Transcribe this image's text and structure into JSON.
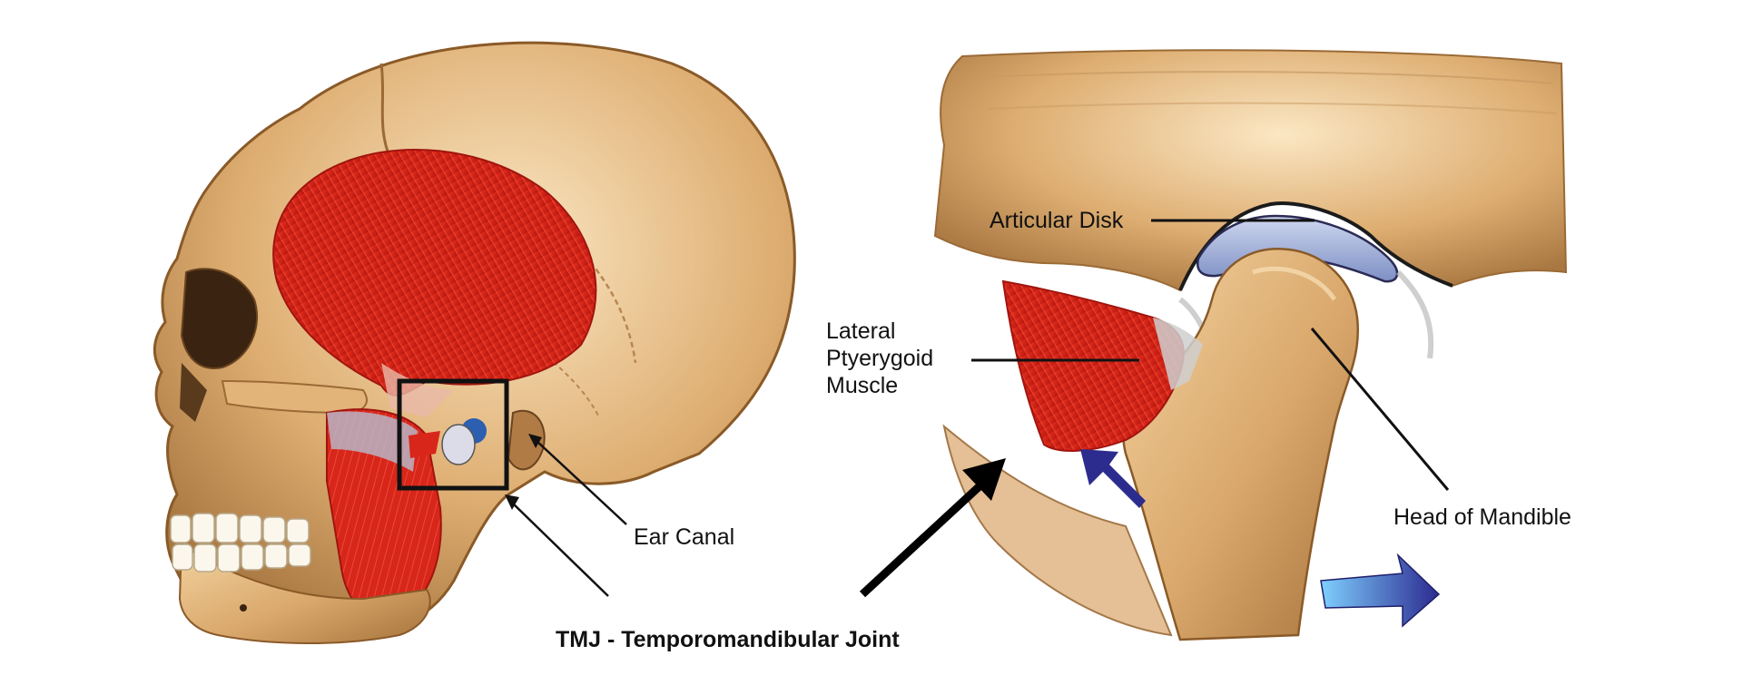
{
  "labels": {
    "articular_disk": "Articular Disk",
    "lateral_pterygoid_muscle": "Lateral Ptyerygoid Muscle",
    "lateral_pterygoid_lines": [
      "Lateral",
      "Ptyerygoid",
      "Muscle"
    ],
    "ear_canal": "Ear Canal",
    "head_of_mandible": "Head of Mandible",
    "title": "TMJ - Temporomandibular Joint"
  }
}
